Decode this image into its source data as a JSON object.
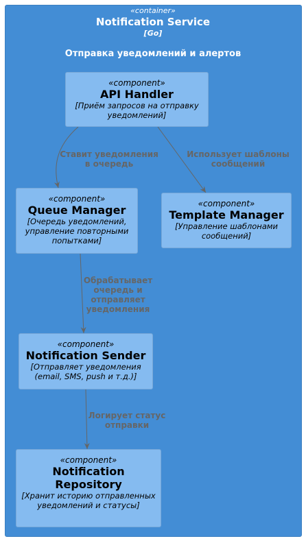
{
  "container": {
    "stereotype": "«container»",
    "title": "Notification Service",
    "technology": "[Go]",
    "description": "Отправка уведомлений и алертов"
  },
  "components": {
    "api_handler": {
      "stereotype": "«component»",
      "name": "API Handler",
      "description": "[Приём запросов на отправку уведомлений]"
    },
    "queue_manager": {
      "stereotype": "«component»",
      "name": "Queue Manager",
      "description": "[Очередь уведомлений, управление повторными попытками]"
    },
    "template_manager": {
      "stereotype": "«component»",
      "name": "Template Manager",
      "description": "[Управление шаблонами сообщений]"
    },
    "notification_sender": {
      "stereotype": "«component»",
      "name": "Notification Sender",
      "description": "[Отправляет уведомления (email, SMS, push и т.д.)]"
    },
    "notification_repository": {
      "stereotype": "«component»",
      "name": "Notification Repository",
      "description": "[Хранит историю отправленных уведомлений и статусы]"
    }
  },
  "relations": {
    "api_to_queue": "Ставит уведомления в очередь",
    "api_to_template": "Использует шаблоны сообщений",
    "queue_to_sender": "Обрабатывает очередь и отправляет уведомления",
    "sender_to_repo": "Логирует статус отправки"
  },
  "colors": {
    "container_fill": "#438dd5",
    "component_fill": "#85bbf0",
    "edge": "#666666"
  }
}
